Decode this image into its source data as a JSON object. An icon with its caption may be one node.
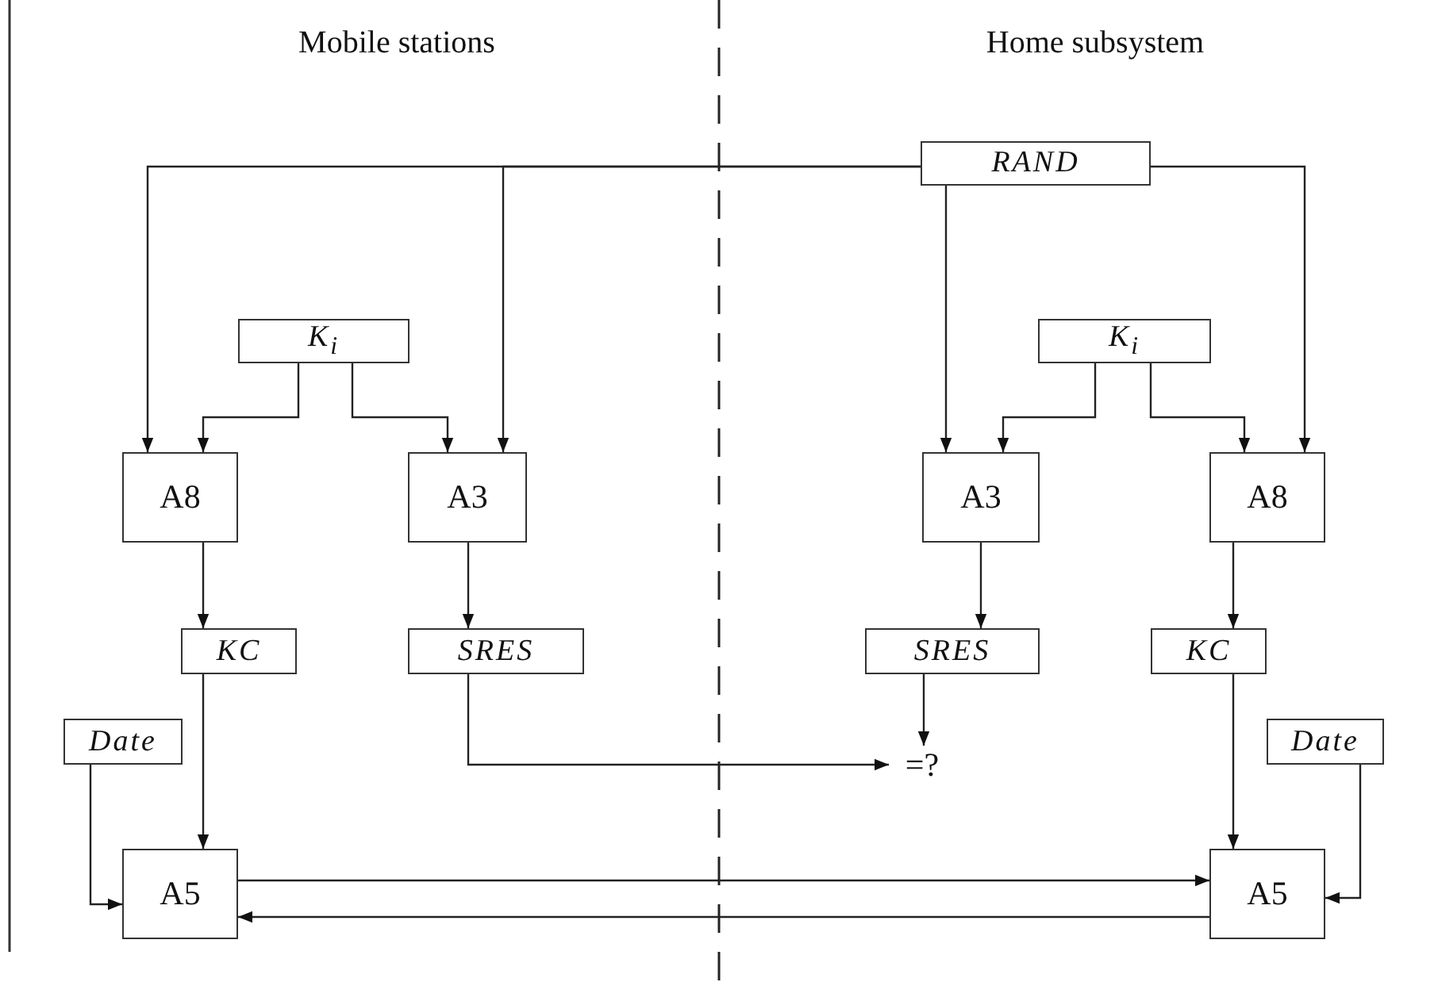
{
  "diagram": {
    "nodes": [
      {
        "text": [
          "RAND"
        ]
      },
      {
        "text": [
          "K$_{i}$"
        ]
      },
      {
        "text": [
          "A8"
        ]
      },
      {
        "text": [
          "A3"
        ]
      },
      {
        "text": [
          "KC"
        ]
      },
      {
        "text": [
          "SRES"
        ]
      },
      {
        "text": [
          "Date"
        ]
      },
      {
        "text": [
          "A5"
        ]
      },
      {
        "text": [
          "K$_{i}$"
        ]
      },
      {
        "text": [
          "A3"
        ]
      },
      {
        "text": [
          "A8"
        ]
      },
      {
        "text": [
          "SRES"
        ]
      },
      {
        "text": [
          "KC"
        ]
      },
      {
        "text": [
          "=?"
        ]
      },
      {
        "text": [
          "Date"
        ]
      },
      {
        "text": [
          "A5"
        ]
      }
    ],
    "edges": [
      {
        "from": 0,
        "to": 2,
        "arrow": "to"
      },
      {
        "from": 0,
        "to": 3,
        "arrow": "to"
      },
      {
        "from": 0,
        "to": 9,
        "arrow": "to"
      },
      {
        "from": 0,
        "to": 10,
        "arrow": "to"
      },
      {
        "from": 1,
        "to": 2,
        "arrow": "to"
      },
      {
        "from": 1,
        "to": 3,
        "arrow": "to"
      },
      {
        "from": 2,
        "to": 4,
        "arrow": "to"
      },
      {
        "from": 3,
        "to": 5,
        "arrow": "to"
      },
      {
        "from": 5,
        "to": 13,
        "arrow": "to"
      },
      {
        "from": 6,
        "to": 7,
        "arrow": "to"
      },
      {
        "from": 4,
        "to": 7,
        "arrow": "to"
      },
      {
        "from": 7,
        "to": 15,
        "arrow": "to"
      },
      {
        "from": 15,
        "to": 7,
        "arrow": "to"
      },
      {
        "from": 8,
        "to": 9,
        "arrow": "to"
      },
      {
        "from": 8,
        "to": 10,
        "arrow": "to"
      },
      {
        "from": 9,
        "to": 11,
        "arrow": "to"
      },
      {
        "from": 10,
        "to": 12,
        "arrow": "to"
      },
      {
        "from": 11,
        "to": 13,
        "arrow": "to"
      },
      {
        "from": 12,
        "to": 15,
        "arrow": "to"
      },
      {
        "from": 14,
        "to": 15,
        "arrow": "to"
      }
    ],
    "labels": [
      "Mobile stations",
      "Home subsystem"
    ]
  }
}
